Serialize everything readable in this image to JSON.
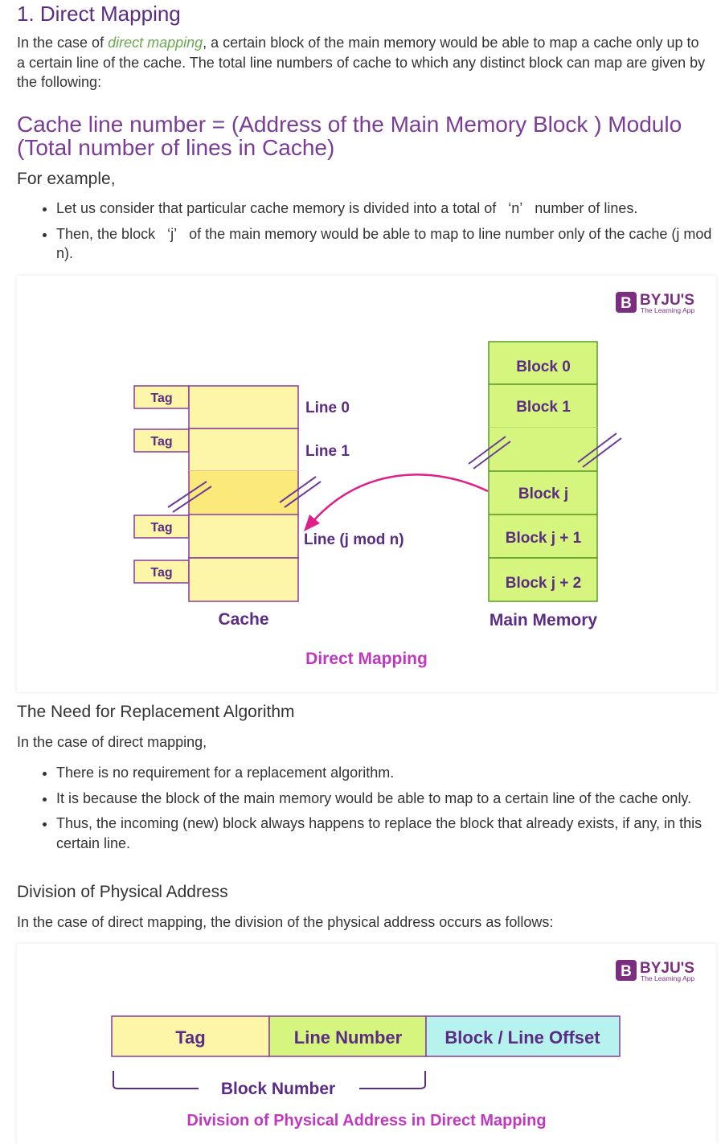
{
  "section1": {
    "heading": "1. Direct Mapping",
    "intro_before": "In the case of ",
    "intro_link": "direct mapping",
    "intro_after": ", a certain block of the main memory would be able to map a cache only up to a certain line of the cache. The total line numbers of cache to which any distinct block can map are given by the following:",
    "formula": "Cache line number = (Address of the Main Memory Block ) Modulo (Total number of lines in Cache)",
    "example_heading": "For example,",
    "bullets": [
      "Let us consider that particular cache memory is divided into a total of   ‘n’   number of lines.",
      "Then, the block   ‘j’   of the main memory would be able to map to line number only of the cache (j mod n)."
    ]
  },
  "figure1": {
    "logo": {
      "brand": "BYJU'S",
      "tagline": "The Learning App",
      "letter": "B"
    },
    "cache_tags": [
      "Tag",
      "Tag",
      "Tag",
      "Tag"
    ],
    "cache_lines": [
      "Line 0",
      "Line 1",
      "Line (j mod n)"
    ],
    "cache_label": "Cache",
    "memory_blocks": [
      "Block 0",
      "Block 1",
      "Block j",
      "Block j + 1",
      "Block j + 2"
    ],
    "memory_label": "Main Memory",
    "caption": "Direct Mapping",
    "colors": {
      "cache_fill": "#fdf6a8",
      "cache_highlight": "#fbea7a",
      "memory_fill": "#d6f57e",
      "memory_border": "#5a9a2a",
      "arrow": "#e0208a",
      "caption": "#c038c0",
      "slash": "#6a3a9a"
    }
  },
  "section2": {
    "heading": "The Need for Replacement Algorithm",
    "intro": "In the case of direct mapping,",
    "bullets": [
      "There is no requirement for a replacement algorithm.",
      "It is because the block of the main memory would be able to map to a certain line of the cache only.",
      "Thus, the incoming (new) block always happens to replace the block that already exists, if any, in this certain line."
    ]
  },
  "section3": {
    "heading": "Division of Physical Address",
    "intro": "In the case of direct mapping, the division of the physical address occurs as follows:"
  },
  "figure2": {
    "logo": {
      "brand": "BYJU'S",
      "tagline": "The Learning App",
      "letter": "B"
    },
    "fields": [
      "Tag",
      "Line Number",
      "Block / Line Offset"
    ],
    "brace_label": "Block Number",
    "caption": "Division of Physical Address in Direct Mapping",
    "colors": {
      "tag": "#fdf6a8",
      "line": "#d6f57e",
      "offset": "#b6f2ee",
      "border": "#8a3a9a"
    }
  }
}
